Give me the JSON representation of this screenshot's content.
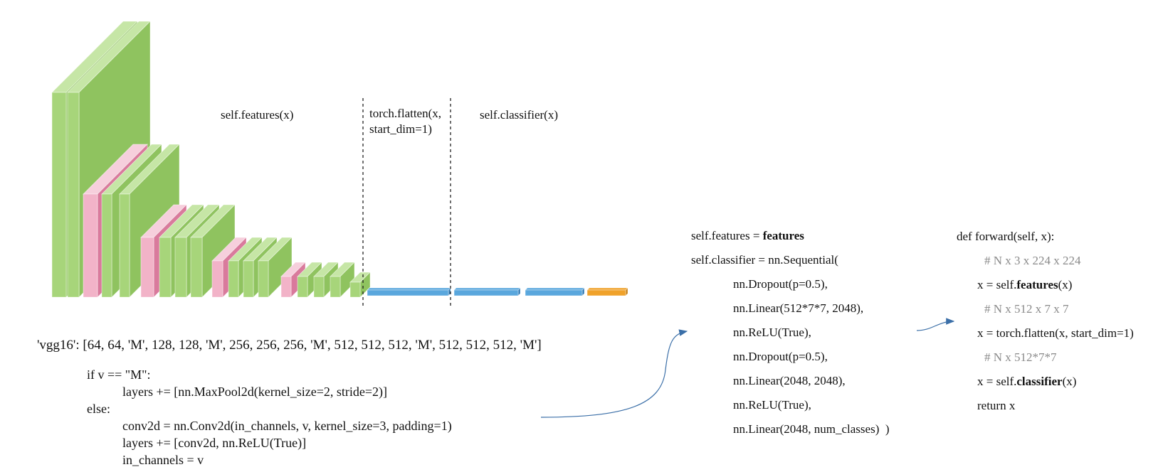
{
  "labels": {
    "features": "self.features(x)",
    "flatten_1": "torch.flatten(x,",
    "flatten_2": "start_dim=1)",
    "classifier": "self.classifier(x)"
  },
  "config": "'vgg16': [64, 64, 'M', 128, 128, 'M', 256, 256, 256, 'M', 512, 512, 512, 'M', 512, 512, 512, 'M']",
  "make_layers_code": [
    "if v == \"M\":",
    "layers += [nn.MaxPool2d(kernel_size=2, stride=2)]",
    "else:",
    "conv2d = nn.Conv2d(in_channels, v, kernel_size=3, padding=1)",
    "layers += [conv2d, nn.ReLU(True)]",
    "in_channels = v"
  ],
  "init_code": {
    "features_prefix": "self.features = ",
    "features_bold": "features",
    "classifier_head": "self.classifier = nn.Sequential(",
    "layers": [
      "nn.Dropout(p=0.5),",
      "nn.Linear(512*7*7, 2048),",
      "nn.ReLU(True),",
      "nn.Dropout(p=0.5),",
      "nn.Linear(2048, 2048),",
      "nn.ReLU(True),",
      "nn.Linear(2048, num_classes)  )"
    ]
  },
  "forward_code": {
    "def": "def forward(self, x):",
    "comment_1": "# N x 3 x 224 x 224",
    "line_1_prefix": "x = self.",
    "line_1_bold": "features",
    "line_1_suffix": "(x)",
    "comment_2": "# N x 512 x 7 x 7",
    "line_2": "x = torch.flatten(x, start_dim=1)",
    "comment_3": "# N x 512*7*7",
    "line_3_prefix": "x = self.",
    "line_3_bold": "classifier",
    "line_3_suffix": "(x)",
    "return": "return x"
  },
  "colors": {
    "conv_front": "#a7d57a",
    "conv_side": "#8fc35f",
    "conv_top": "#c6e6a6",
    "pool_front": "#f2b3c8",
    "pool_side": "#d97a9c",
    "pool_top": "#f6cfdc",
    "fc_blue": "#5aa7dd",
    "fc_blue_dark": "#2f79b5",
    "fc_orange": "#f0a22a",
    "fc_orange_dark": "#c57d10",
    "arrow": "#3b6fa8",
    "comment_gray": "#8a8a8a"
  }
}
